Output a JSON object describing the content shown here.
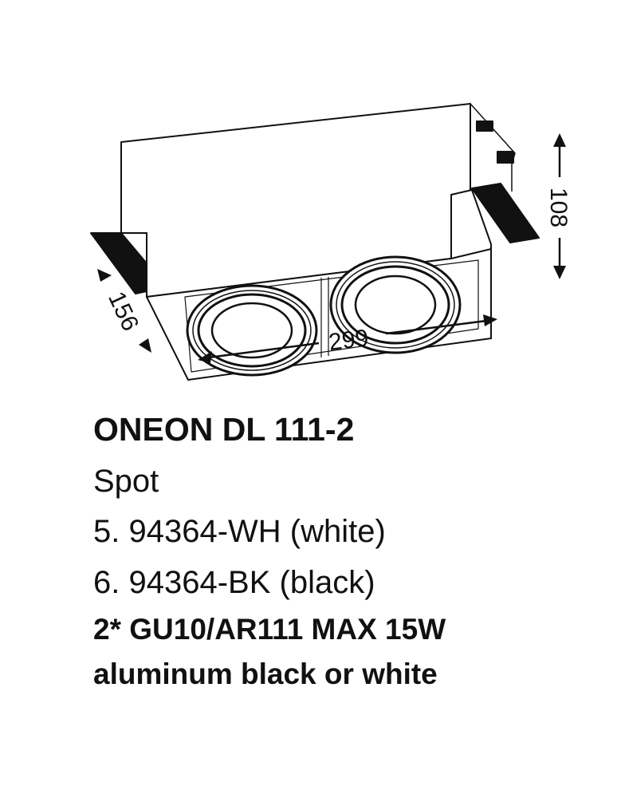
{
  "drawing": {
    "dimensions": {
      "width": "299",
      "height": "108",
      "depth": "156"
    },
    "colors": {
      "line": "#111111",
      "fill": "#ffffff"
    }
  },
  "product": {
    "title": "ONEON DL 111-2",
    "type": "Spot",
    "variants": [
      "5. 94364-WH (white)",
      "6. 94364-BK (black)"
    ],
    "lamp": "2* GU10/AR111 MAX 15W",
    "material": "aluminum black or white"
  }
}
